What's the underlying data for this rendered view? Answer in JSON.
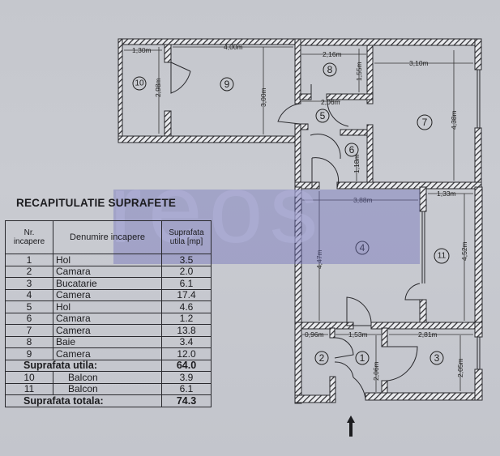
{
  "recap": {
    "title": "RECAPITULATIE SUPRAFETE",
    "headers": {
      "nr": "Nr. incapere",
      "name": "Denumire incapere",
      "area": "Suprafata utila [mp]"
    },
    "rows": [
      {
        "nr": "1",
        "name": "Hol",
        "area": "3.5"
      },
      {
        "nr": "2",
        "name": "Camara",
        "area": "2.0"
      },
      {
        "nr": "3",
        "name": "Bucatarie",
        "area": "6.1"
      },
      {
        "nr": "4",
        "name": "Camera",
        "area": "17.4"
      },
      {
        "nr": "5",
        "name": "Hol",
        "area": "4.6"
      },
      {
        "nr": "6",
        "name": "Camara",
        "area": "1.2"
      },
      {
        "nr": "7",
        "name": "Camera",
        "area": "13.8"
      },
      {
        "nr": "8",
        "name": "Baie",
        "area": "3.4"
      },
      {
        "nr": "9",
        "name": "Camera",
        "area": "12.0"
      }
    ],
    "useful_total": {
      "label": "Suprafata utila:",
      "value": "64.0"
    },
    "balconies": [
      {
        "nr": "10",
        "name": "Balcon",
        "area": "3.9"
      },
      {
        "nr": "11",
        "name": "Balcon",
        "area": "6.1"
      }
    ],
    "grand_total": {
      "label": "Suprafata totala:",
      "value": "74.3"
    }
  },
  "plan": {
    "rooms": [
      "1",
      "2",
      "3",
      "4",
      "5",
      "6",
      "7",
      "8",
      "9",
      "10",
      "11"
    ],
    "dimensions": {
      "r10_w": "1,30m",
      "r10_h": "2,98m",
      "r9_w": "4,00m",
      "r9_h": "3,00m",
      "r8_w": "2,16m",
      "r8_h": "1,55m",
      "r5_w": "2,06m",
      "r6_h": "1,18m",
      "r7_w": "3,10m",
      "r7_h": "4,38m",
      "r4_w": "3,88m",
      "r4_h": "4,47m",
      "r11_w": "1,33m",
      "r11_h": "4,52m",
      "r2_w": "0,96m",
      "r1_w": "1,53m",
      "r1_h": "2,06m",
      "r3_w": "2,81m",
      "r3_h": "2,05m"
    },
    "entrance_icon": "arrow-up-icon"
  },
  "watermark": {
    "text": "reos"
  },
  "colors": {
    "background": "#c7c9cf",
    "watermark_band": "#6e6eb9",
    "ink": "#1c1c1f"
  }
}
